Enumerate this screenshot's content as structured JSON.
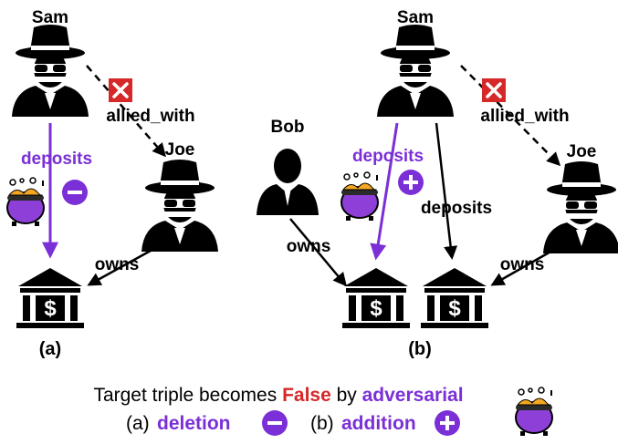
{
  "panel_a": {
    "sam_label": "Sam",
    "joe_label": "Joe",
    "deposits_label": "deposits",
    "allied_label": "allied_with",
    "owns_label": "owns",
    "tag": "(a)"
  },
  "panel_b": {
    "sam_label": "Sam",
    "bob_label": "Bob",
    "joe_label": "Joe",
    "deposits_purple_label": "deposits",
    "deposits_black_label": "deposits",
    "allied_label": "allied_with",
    "owns_bob_label": "owns",
    "owns_joe_label": "owns",
    "tag": "(b)"
  },
  "caption": {
    "line1_prefix": "Target triple becomes ",
    "line1_false": "False",
    "line1_by": " by ",
    "line1_adv": "adversarial",
    "line2_a": "(a) ",
    "line2_deletion": "deletion",
    "line2_b": "(b) ",
    "line2_addition": "addition"
  },
  "colors": {
    "purple": "#7b2fd6",
    "red": "#d62828",
    "cross_red": "#d62828",
    "pot_purple": "#8e3fd8",
    "pot_orange": "#f5a623",
    "black": "#000000"
  },
  "icons": [
    "spy-icon",
    "person-icon",
    "bank-icon",
    "pot-icon",
    "cross-icon",
    "minus-icon",
    "plus-icon"
  ]
}
